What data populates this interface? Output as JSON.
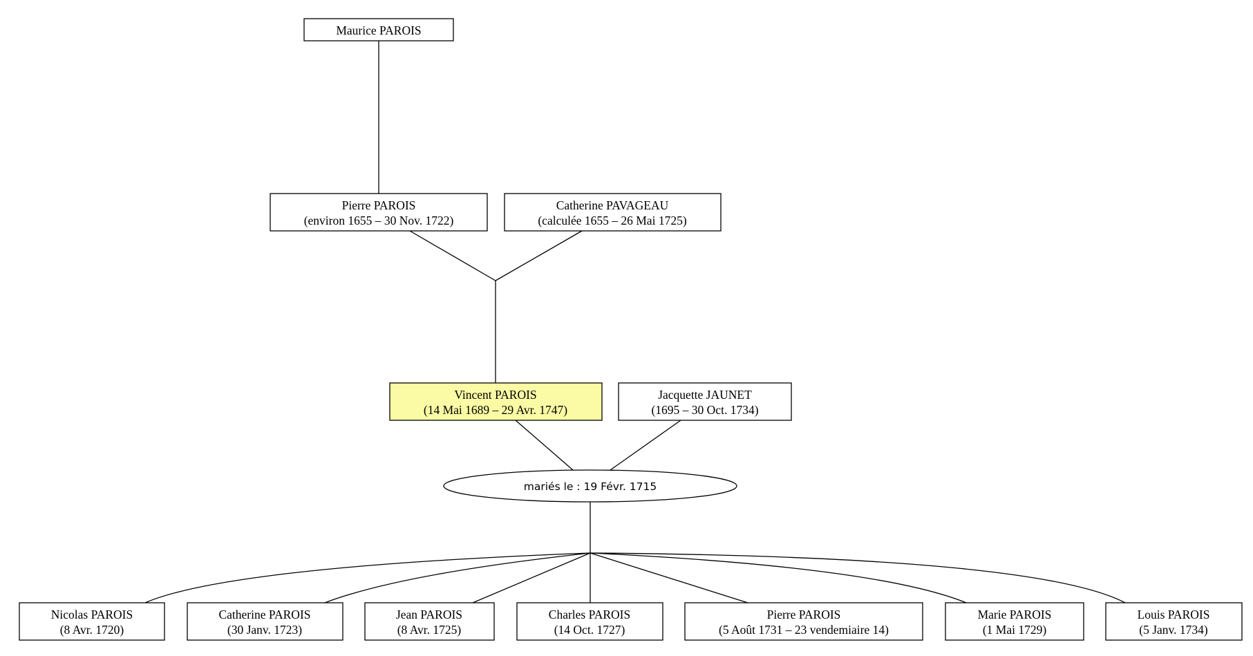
{
  "people": {
    "maurice": {
      "name": "Maurice PAROIS",
      "dates": ""
    },
    "pierre_sr": {
      "name": "Pierre PAROIS",
      "dates": "(environ 1655 – 30 Nov. 1722)"
    },
    "catherine_pavageau": {
      "name": "Catherine PAVAGEAU",
      "dates": "(calculée 1655 – 26 Mai 1725)"
    },
    "vincent": {
      "name": "Vincent PAROIS",
      "dates": "(14 Mai 1689 – 29 Avr. 1747)",
      "highlight_color": "#fbfba5"
    },
    "jacquette": {
      "name": "Jacquette JAUNET",
      "dates": "(1695 – 30 Oct. 1734)"
    }
  },
  "marriage": {
    "label": "mariés le : 19 Févr. 1715"
  },
  "children": [
    {
      "name": "Nicolas PAROIS",
      "dates": "(8 Avr. 1720)"
    },
    {
      "name": "Catherine PAROIS",
      "dates": "(30 Janv. 1723)"
    },
    {
      "name": "Jean PAROIS",
      "dates": "(8 Avr. 1725)"
    },
    {
      "name": "Charles PAROIS",
      "dates": "(14 Oct. 1727)"
    },
    {
      "name": "Pierre PAROIS",
      "dates": "(5 Août 1731 – 23 vendemiaire 14)"
    },
    {
      "name": "Marie PAROIS",
      "dates": "(1 Mai 1729)"
    },
    {
      "name": "Louis PAROIS",
      "dates": "(5 Janv. 1734)"
    }
  ]
}
